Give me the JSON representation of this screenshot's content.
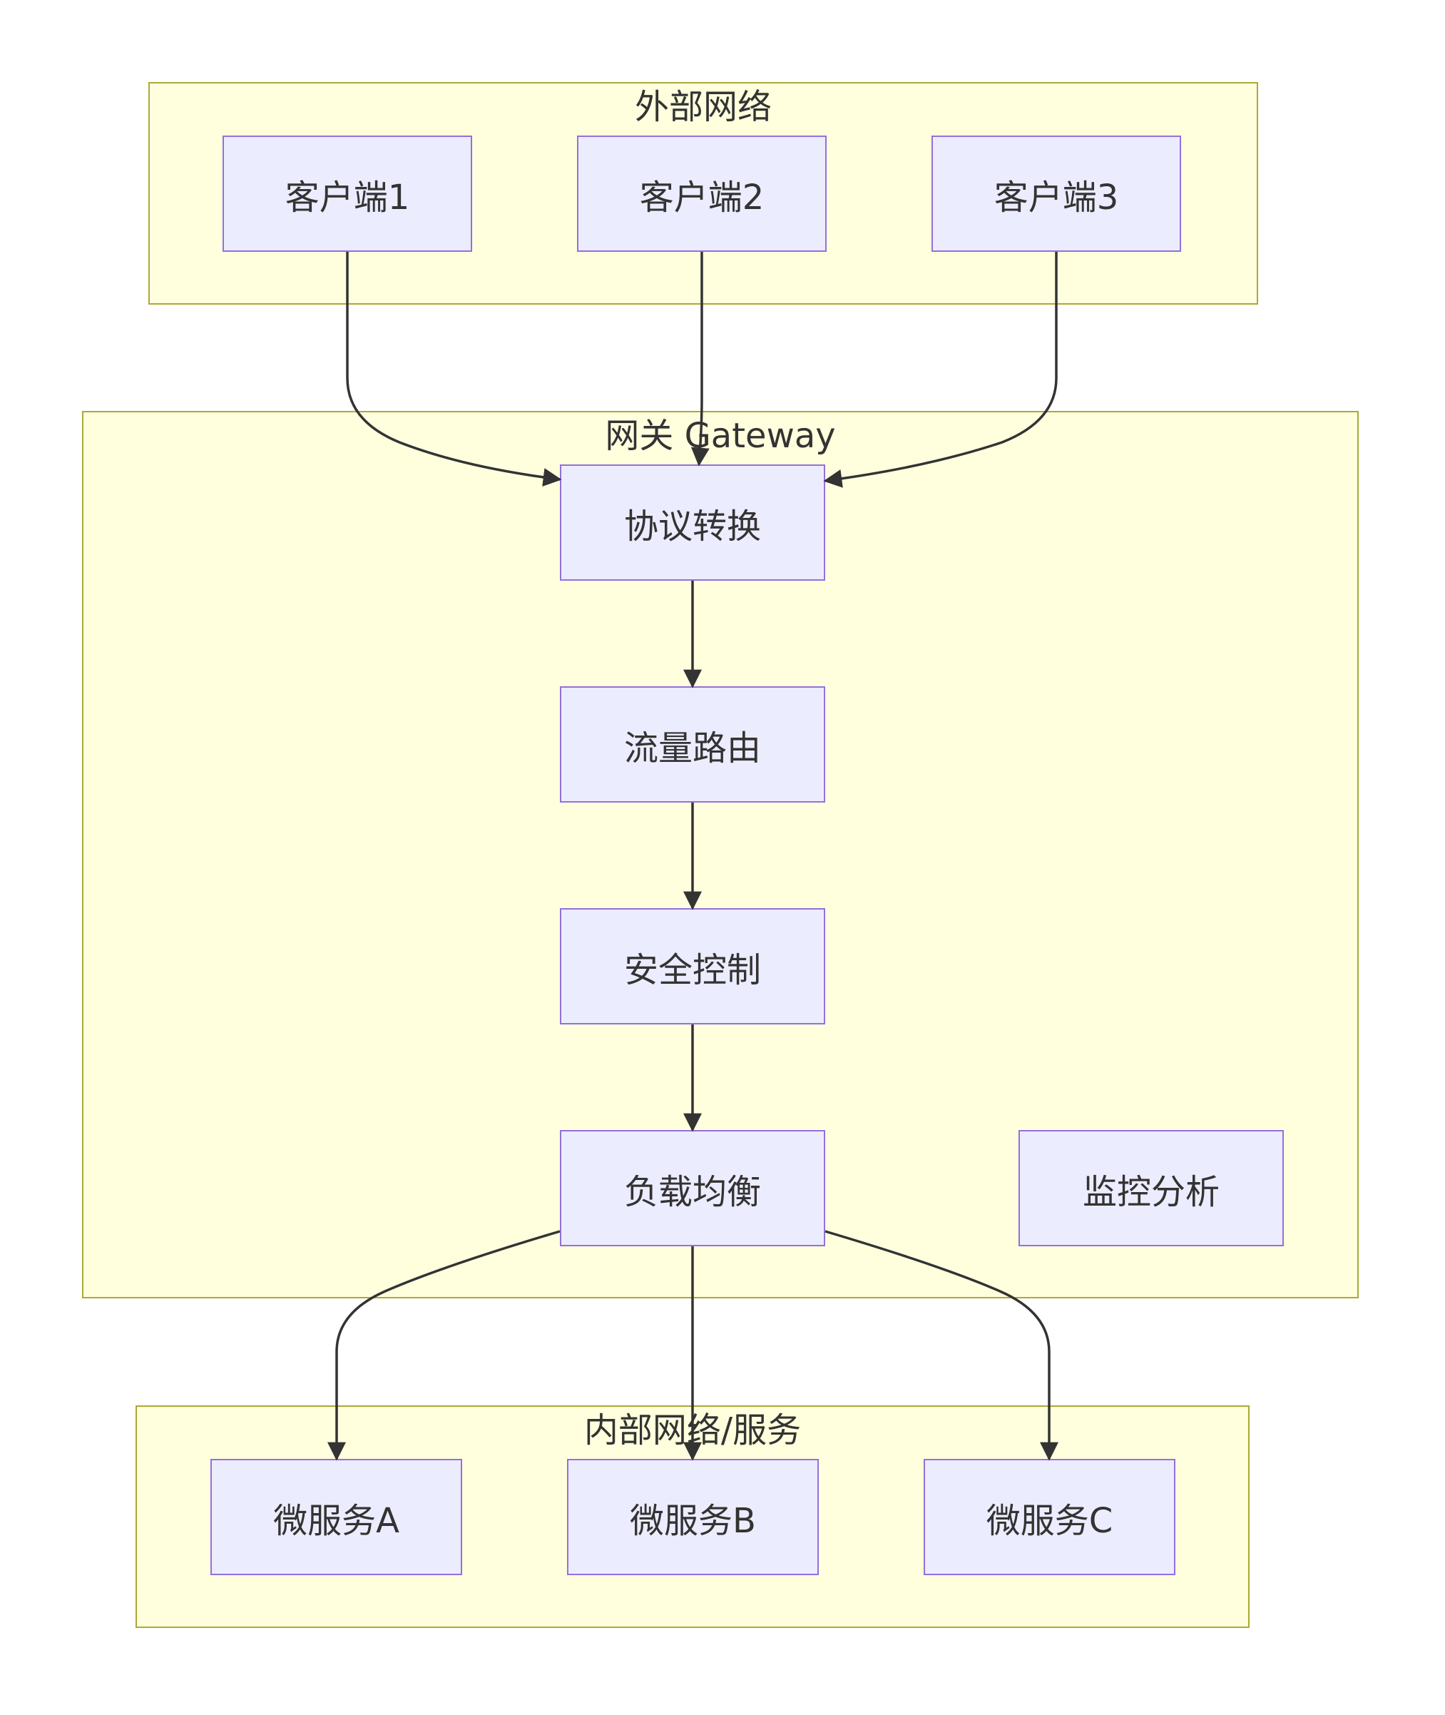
{
  "clusters": {
    "external": {
      "title": "外部网络"
    },
    "gateway": {
      "title": "网关 Gateway"
    },
    "internal": {
      "title": "内部网络/服务"
    }
  },
  "nodes": {
    "client1": "客户端1",
    "client2": "客户端2",
    "client3": "客户端3",
    "protocol": "协议转换",
    "routing": "流量路由",
    "security": "安全控制",
    "loadbalance": "负载均衡",
    "monitoring": "监控分析",
    "svcA": "微服务A",
    "svcB": "微服务B",
    "svcC": "微服务C"
  },
  "edges": [
    {
      "from": "client1",
      "to": "protocol"
    },
    {
      "from": "client2",
      "to": "protocol"
    },
    {
      "from": "client3",
      "to": "protocol"
    },
    {
      "from": "protocol",
      "to": "routing"
    },
    {
      "from": "routing",
      "to": "security"
    },
    {
      "from": "security",
      "to": "loadbalance"
    },
    {
      "from": "loadbalance",
      "to": "svcA"
    },
    {
      "from": "loadbalance",
      "to": "svcB"
    },
    {
      "from": "loadbalance",
      "to": "svcC"
    }
  ],
  "colors": {
    "cluster_fill": "#ffffde",
    "cluster_border": "#aaaa33",
    "node_fill": "#ececff",
    "node_border": "#9370db",
    "edge": "#333333",
    "text": "#333333"
  }
}
